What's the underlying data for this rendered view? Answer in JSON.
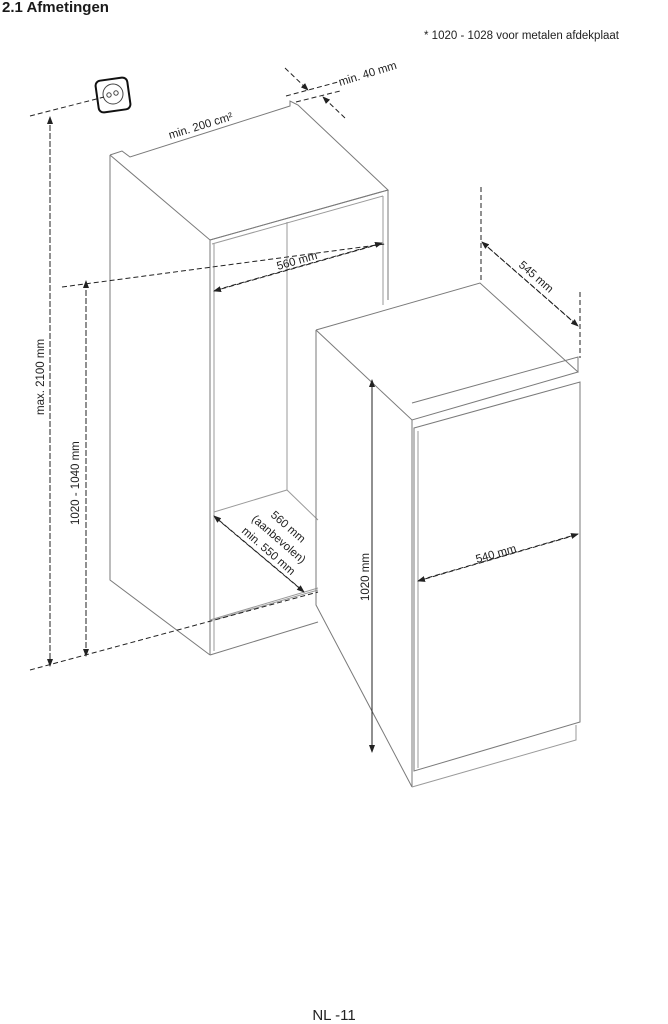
{
  "page": {
    "section_title": "2.1 Afmetingen",
    "footnote": "* 1020 - 1028 voor metalen afdekplaat",
    "page_number": "NL -11"
  },
  "drawing": {
    "icons": {
      "power_socket": "power-socket-icon"
    },
    "cabinet_labels": {
      "ventilation_opening": "min. 200 cm²",
      "rear_gap": "min. 40 mm",
      "niche_width": "560 mm",
      "max_height": "max. 2100 mm",
      "niche_height": "1020 - 1040 mm",
      "niche_depth_line1": "560 mm",
      "niche_depth_line2": "(aanbevolen)",
      "niche_depth_line3": "min. 550 mm"
    },
    "appliance_labels": {
      "depth": "545 mm",
      "height": "1020 mm",
      "width": "540 mm"
    }
  }
}
